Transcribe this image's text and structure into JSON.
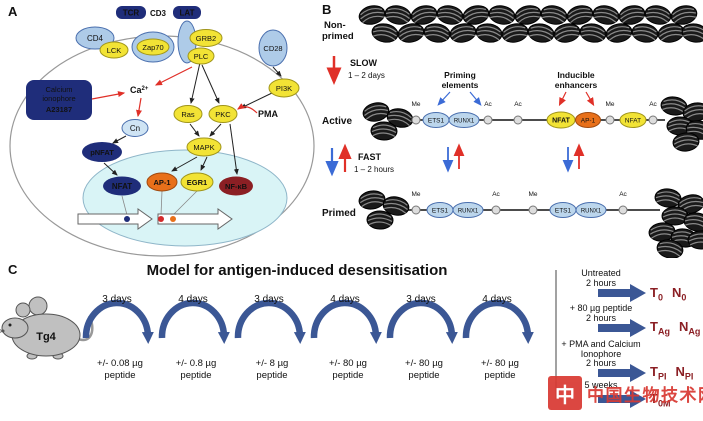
{
  "panelA": {
    "label": "A",
    "proteins": {
      "cd4": "CD4",
      "lck": "LCK",
      "tcr": "TCR",
      "cd3": "CD3",
      "zap70": "Zap70",
      "lat": "LAT",
      "grb2": "GRB2",
      "plc": "PLC",
      "cd28": "CD28",
      "pi3k": "PI3K",
      "cn": "Cn",
      "pnfat": "pNFAT",
      "ras": "Ras",
      "pkc": "PKC",
      "mapk": "MAPK"
    },
    "stimuli": {
      "calcium_line1": "Calcium",
      "calcium_line2": "ionophore",
      "calcium_line3": "A23187",
      "pma": "PMA",
      "ca_main": "Ca",
      "ca_sup": "2+"
    },
    "tfs": {
      "nfat": "NFAT",
      "ap1": "AP-1",
      "egr1": "EGR1",
      "nfkb": "NF-κB"
    }
  },
  "panelB": {
    "label": "B",
    "state_nonprimed_1": "Non-",
    "state_nonprimed_2": "primed",
    "state_active": "Active",
    "state_primed": "Primed",
    "slow": "SLOW",
    "slow_time": "1 – 2 days",
    "fast": "FAST",
    "fast_time": "1 – 2 hours",
    "priming_1": "Priming",
    "priming_2": "elements",
    "inducible_1": "Inducible",
    "inducible_2": "enhancers",
    "me": "Me",
    "ac": "Ac",
    "factors": {
      "ets1": "ETS1",
      "runx1": "RUNX1",
      "nfat": "NFAT",
      "ap1": "AP-1"
    }
  },
  "panelC": {
    "label": "C",
    "title": "Model for antigen-induced desensitisation",
    "mouse": "Tg4",
    "cycles": [
      {
        "duration": "3 days",
        "dose_line1": "+/- 0.08 µg",
        "dose_line2": "peptide"
      },
      {
        "duration": "4 days",
        "dose_line1": "+/- 0.8 µg",
        "dose_line2": "peptide"
      },
      {
        "duration": "3 days",
        "dose_line1": "+/- 8 µg",
        "dose_line2": "peptide"
      },
      {
        "duration": "4 days",
        "dose_line1": "+/- 80 µg",
        "dose_line2": "peptide"
      },
      {
        "duration": "3 days",
        "dose_line1": "+/- 80 µg",
        "dose_line2": "peptide"
      },
      {
        "duration": "4 days",
        "dose_line1": "+/- 80 µg",
        "dose_line2": "peptide"
      }
    ],
    "outcomes": [
      {
        "treatment_line1": "Untreated",
        "treatment_line2": "2 hours",
        "t_main": "T",
        "t_sub": "0",
        "n_main": "N",
        "n_sub": "0"
      },
      {
        "treatment_line1": "+ 80 µg peptide",
        "treatment_line2": "2 hours",
        "t_main": "T",
        "t_sub": "Ag",
        "n_main": "N",
        "n_sub": "Ag"
      },
      {
        "treatment_line1": "+ PMA and Calcium",
        "treatment_line2": "Ionophore",
        "treatment_line3": "2 hours",
        "t_main": "T",
        "t_sub": "PI",
        "n_main": "N",
        "n_sub": "PI"
      },
      {
        "treatment_line1": "5 weeks",
        "t_main": "T",
        "t_sub": "0M"
      }
    ]
  },
  "watermark": {
    "logo": "中",
    "text": "中国生物技术网"
  }
}
